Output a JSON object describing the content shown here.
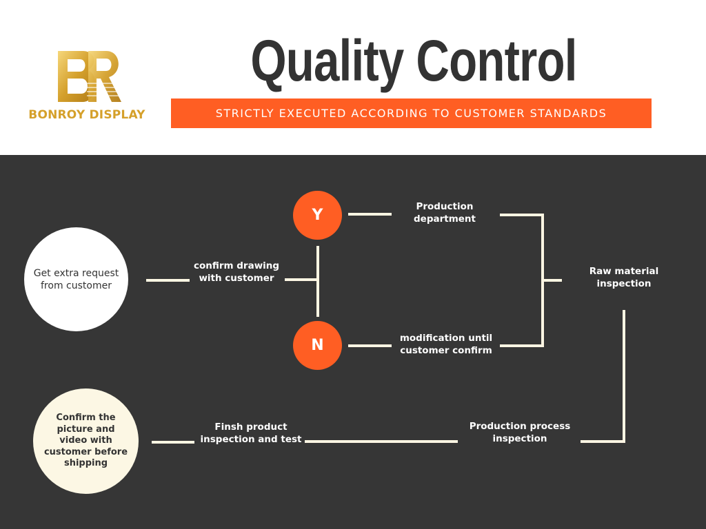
{
  "header": {
    "logo_text": "BONROY DISPLAY",
    "logo_letters": "BR",
    "title": "Quality Control",
    "banner": "STRICTLY EXECUTED ACCORDING TO CUSTOMER STANDARDS"
  },
  "colors": {
    "accent_orange": "#ff5e23",
    "dark_background": "#363636",
    "title_text": "#333333",
    "logo_gold": "#d5a02a",
    "connector_lines": "#fdf6e3"
  },
  "flow": {
    "start_node": "Get extra request\nfrom customer",
    "confirm_drawing": "confirm drawing\nwith customer",
    "yes_node": "Y",
    "no_node": "N",
    "production_department": "Production\ndepartment",
    "modification": "modification until\ncustomer confirm",
    "raw_material": "Raw material\ninspection",
    "production_process": "Production process\ninspection",
    "finish_product": "Finsh product\ninspection and test",
    "end_node": "Confirm the\npicture and\nvideo with\ncustomer before\nshipping"
  }
}
